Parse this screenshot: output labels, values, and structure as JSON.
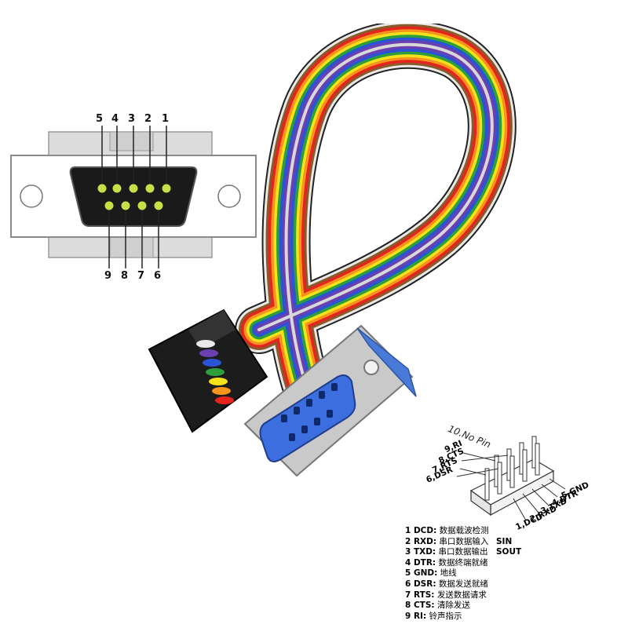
{
  "db9_diagram": {
    "top_pins": [
      "5",
      "4",
      "3",
      "2",
      "1"
    ],
    "bottom_pins": [
      "9",
      "8",
      "7",
      "6"
    ],
    "pin_color": "#c7e04a",
    "shell_color": "#1a1a1a"
  },
  "ribbon_colors": [
    "#e9e9e9",
    "#6a3fb0",
    "#2a54d6",
    "#2e9e3a",
    "#f4e31a",
    "#f7941d",
    "#e5241f",
    "#a0522d",
    "#1a1a1a",
    "#ffffff"
  ],
  "header_diagram": {
    "no_pin_label": "10.No Pin",
    "left_labels": [
      "9,RI",
      "8,CTS",
      "7,RTS",
      "6,DSR"
    ],
    "right_labels": [
      "5.GND",
      "4.DTR",
      "3.TXD",
      "2.RXD",
      "1,DCD"
    ]
  },
  "legend": {
    "rows": [
      {
        "sig": "1 DCD:",
        "desc": "数据载波检测",
        "extra": ""
      },
      {
        "sig": "2 RXD:",
        "desc": "串口数据输入",
        "extra": "SIN"
      },
      {
        "sig": "3 TXD:",
        "desc": "串口数据输出",
        "extra": "SOUT"
      },
      {
        "sig": "4 DTR:",
        "desc": "数据终端就绪",
        "extra": ""
      },
      {
        "sig": "5 GND:",
        "desc": "地线",
        "extra": ""
      },
      {
        "sig": "6 DSR:",
        "desc": "数据发送就绪",
        "extra": ""
      },
      {
        "sig": "7 RTS:",
        "desc": "发送数据请求",
        "extra": ""
      },
      {
        "sig": "8 CTS:",
        "desc": "清除发送",
        "extra": ""
      },
      {
        "sig": "9 RI:",
        "desc": "铃声指示",
        "extra": ""
      }
    ]
  }
}
